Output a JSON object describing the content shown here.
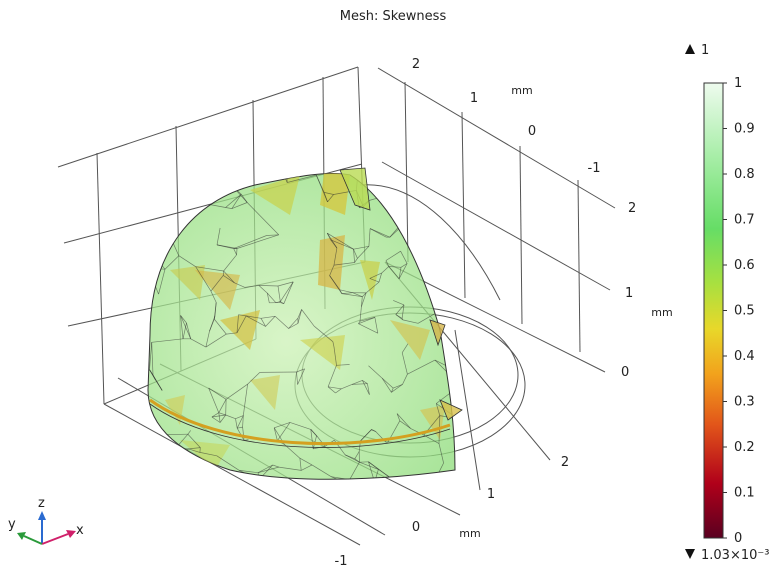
{
  "chart_data": {
    "type": "3d-mesh-plot",
    "title": "Mesh: Skewness",
    "quantity": "Skewness",
    "axes": {
      "x": {
        "ticks": [
          "-1",
          "0",
          "1",
          "2"
        ],
        "unit": "mm"
      },
      "y": {
        "ticks": [
          "2",
          "1",
          "0",
          "-1"
        ],
        "unit": "mm"
      },
      "z": {
        "ticks": [
          "0",
          "1",
          "2"
        ],
        "unit": "mm"
      }
    },
    "colorbar": {
      "ticks": [
        "0",
        "0.1",
        "0.2",
        "0.3",
        "0.4",
        "0.5",
        "0.6",
        "0.7",
        "0.8",
        "0.9",
        "1"
      ],
      "max_marker": "1",
      "min_marker": "1.03×10⁻³",
      "colormap": [
        "#5a0020",
        "#b0001a",
        "#e2561a",
        "#f2a21c",
        "#e8d82a",
        "#a8e040",
        "#66dd66",
        "#a8eea8",
        "#eefbee"
      ]
    },
    "triad": {
      "x": "x",
      "y": "y",
      "z": "z"
    }
  },
  "colors": {
    "mesh_fill": "#a6e88e",
    "mesh_edge": "#2a2a2a",
    "grid": "#555555",
    "x_axis": "#d0206a",
    "y_axis": "#2a9a3a",
    "z_axis": "#2a6ad0"
  }
}
